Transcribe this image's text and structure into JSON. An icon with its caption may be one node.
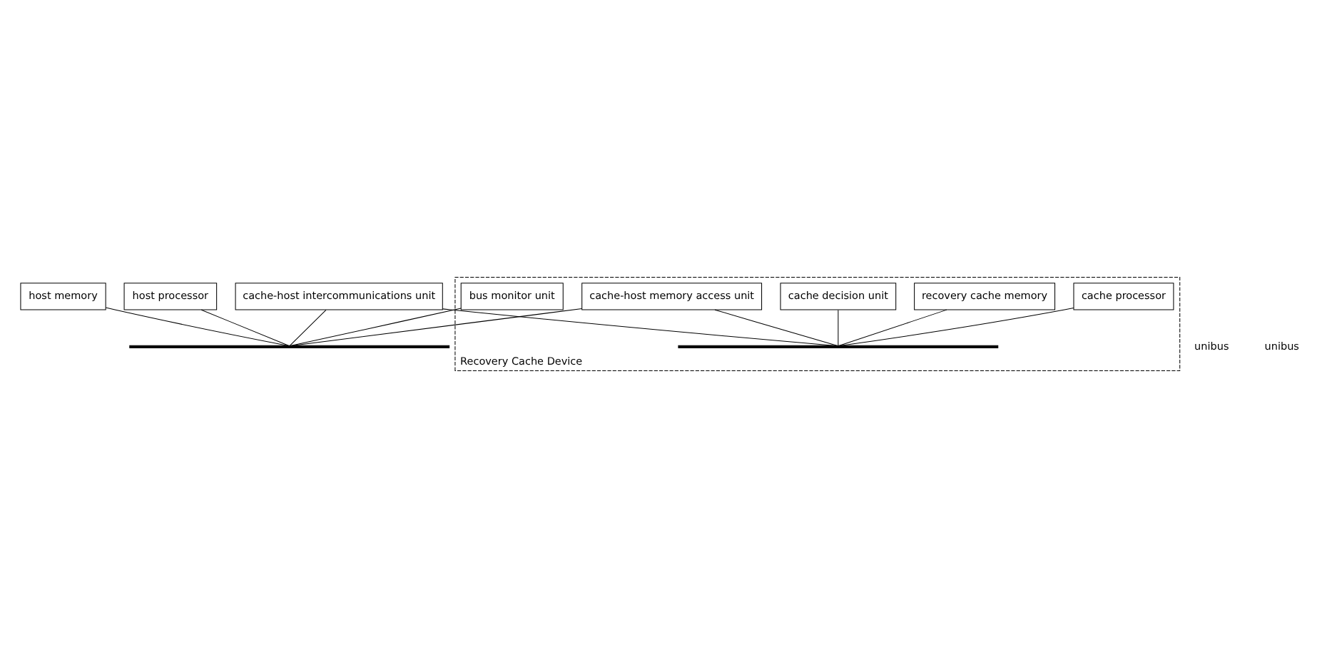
{
  "diagram": {
    "nodes": [
      {
        "text": [
          "host memory"
        ]
      },
      {
        "text": [
          "host processor"
        ]
      },
      {
        "text": [],
        "shape": "bar"
      },
      {
        "text": [
          "Recovery Cache Device"
        ]
      },
      {
        "text": [
          "bus monitor unit"
        ],
        "in": 3
      },
      {
        "text": [
          "cache-host intercommunications unit"
        ]
      },
      {
        "text": [
          "cache decision unit"
        ],
        "in": 3
      },
      {
        "text": [
          "cache-host memory access unit"
        ],
        "in": 3
      },
      {
        "text": [
          "cache processor"
        ],
        "in": 3
      },
      {
        "text": [],
        "shape": "bar",
        "in": 3
      },
      {
        "text": [
          "recovery cache memory"
        ],
        "in": 3
      }
    ],
    "edges": [
      {
        "from": 1,
        "to": 2,
        "arrow": "none"
      },
      {
        "from": 4,
        "to": 2,
        "arrow": "none"
      },
      {
        "from": 0,
        "to": 2,
        "arrow": "none"
      },
      {
        "from": 5,
        "to": 2,
        "arrow": "none"
      },
      {
        "from": 7,
        "to": 2,
        "arrow": "none"
      },
      {
        "from": 8,
        "to": 9,
        "arrow": "none"
      },
      {
        "from": 5,
        "to": 9,
        "arrow": "none"
      },
      {
        "from": 6,
        "to": 9,
        "arrow": "none"
      },
      {
        "from": 7,
        "to": 9,
        "arrow": "none"
      },
      {
        "from": 10,
        "to": 9,
        "arrow": "none"
      }
    ],
    "labels": [
      "unibus",
      "unibus"
    ]
  }
}
